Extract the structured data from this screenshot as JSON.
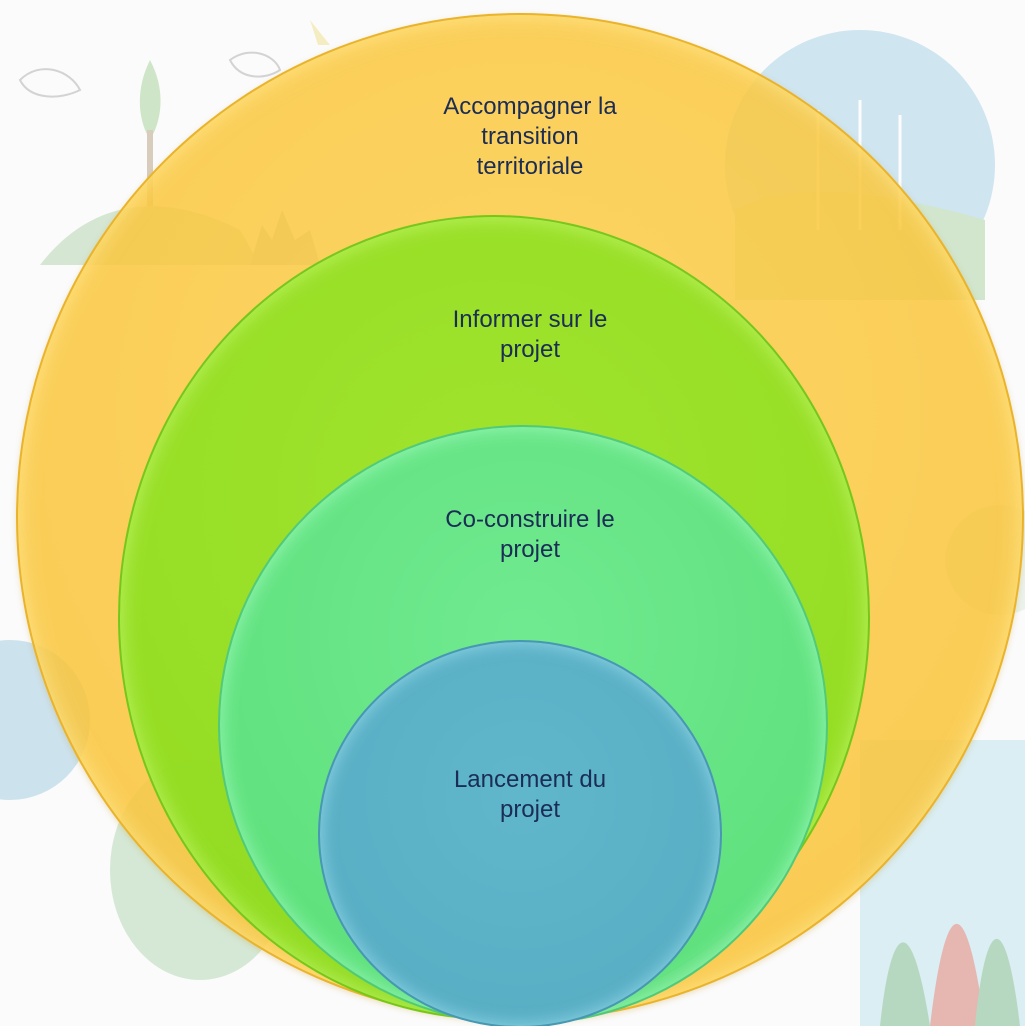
{
  "diagram": {
    "layers": [
      {
        "label": "Accompagner la\ntransition\nterritoriale",
        "color": "#F9C43A"
      },
      {
        "label": "Informer sur le\nprojet",
        "color": "#88DE1E"
      },
      {
        "label": "Co-construire le\nprojet",
        "color": "#5CE082"
      },
      {
        "label": "Lancement du\nprojet",
        "color": "#58AEC4"
      }
    ]
  }
}
